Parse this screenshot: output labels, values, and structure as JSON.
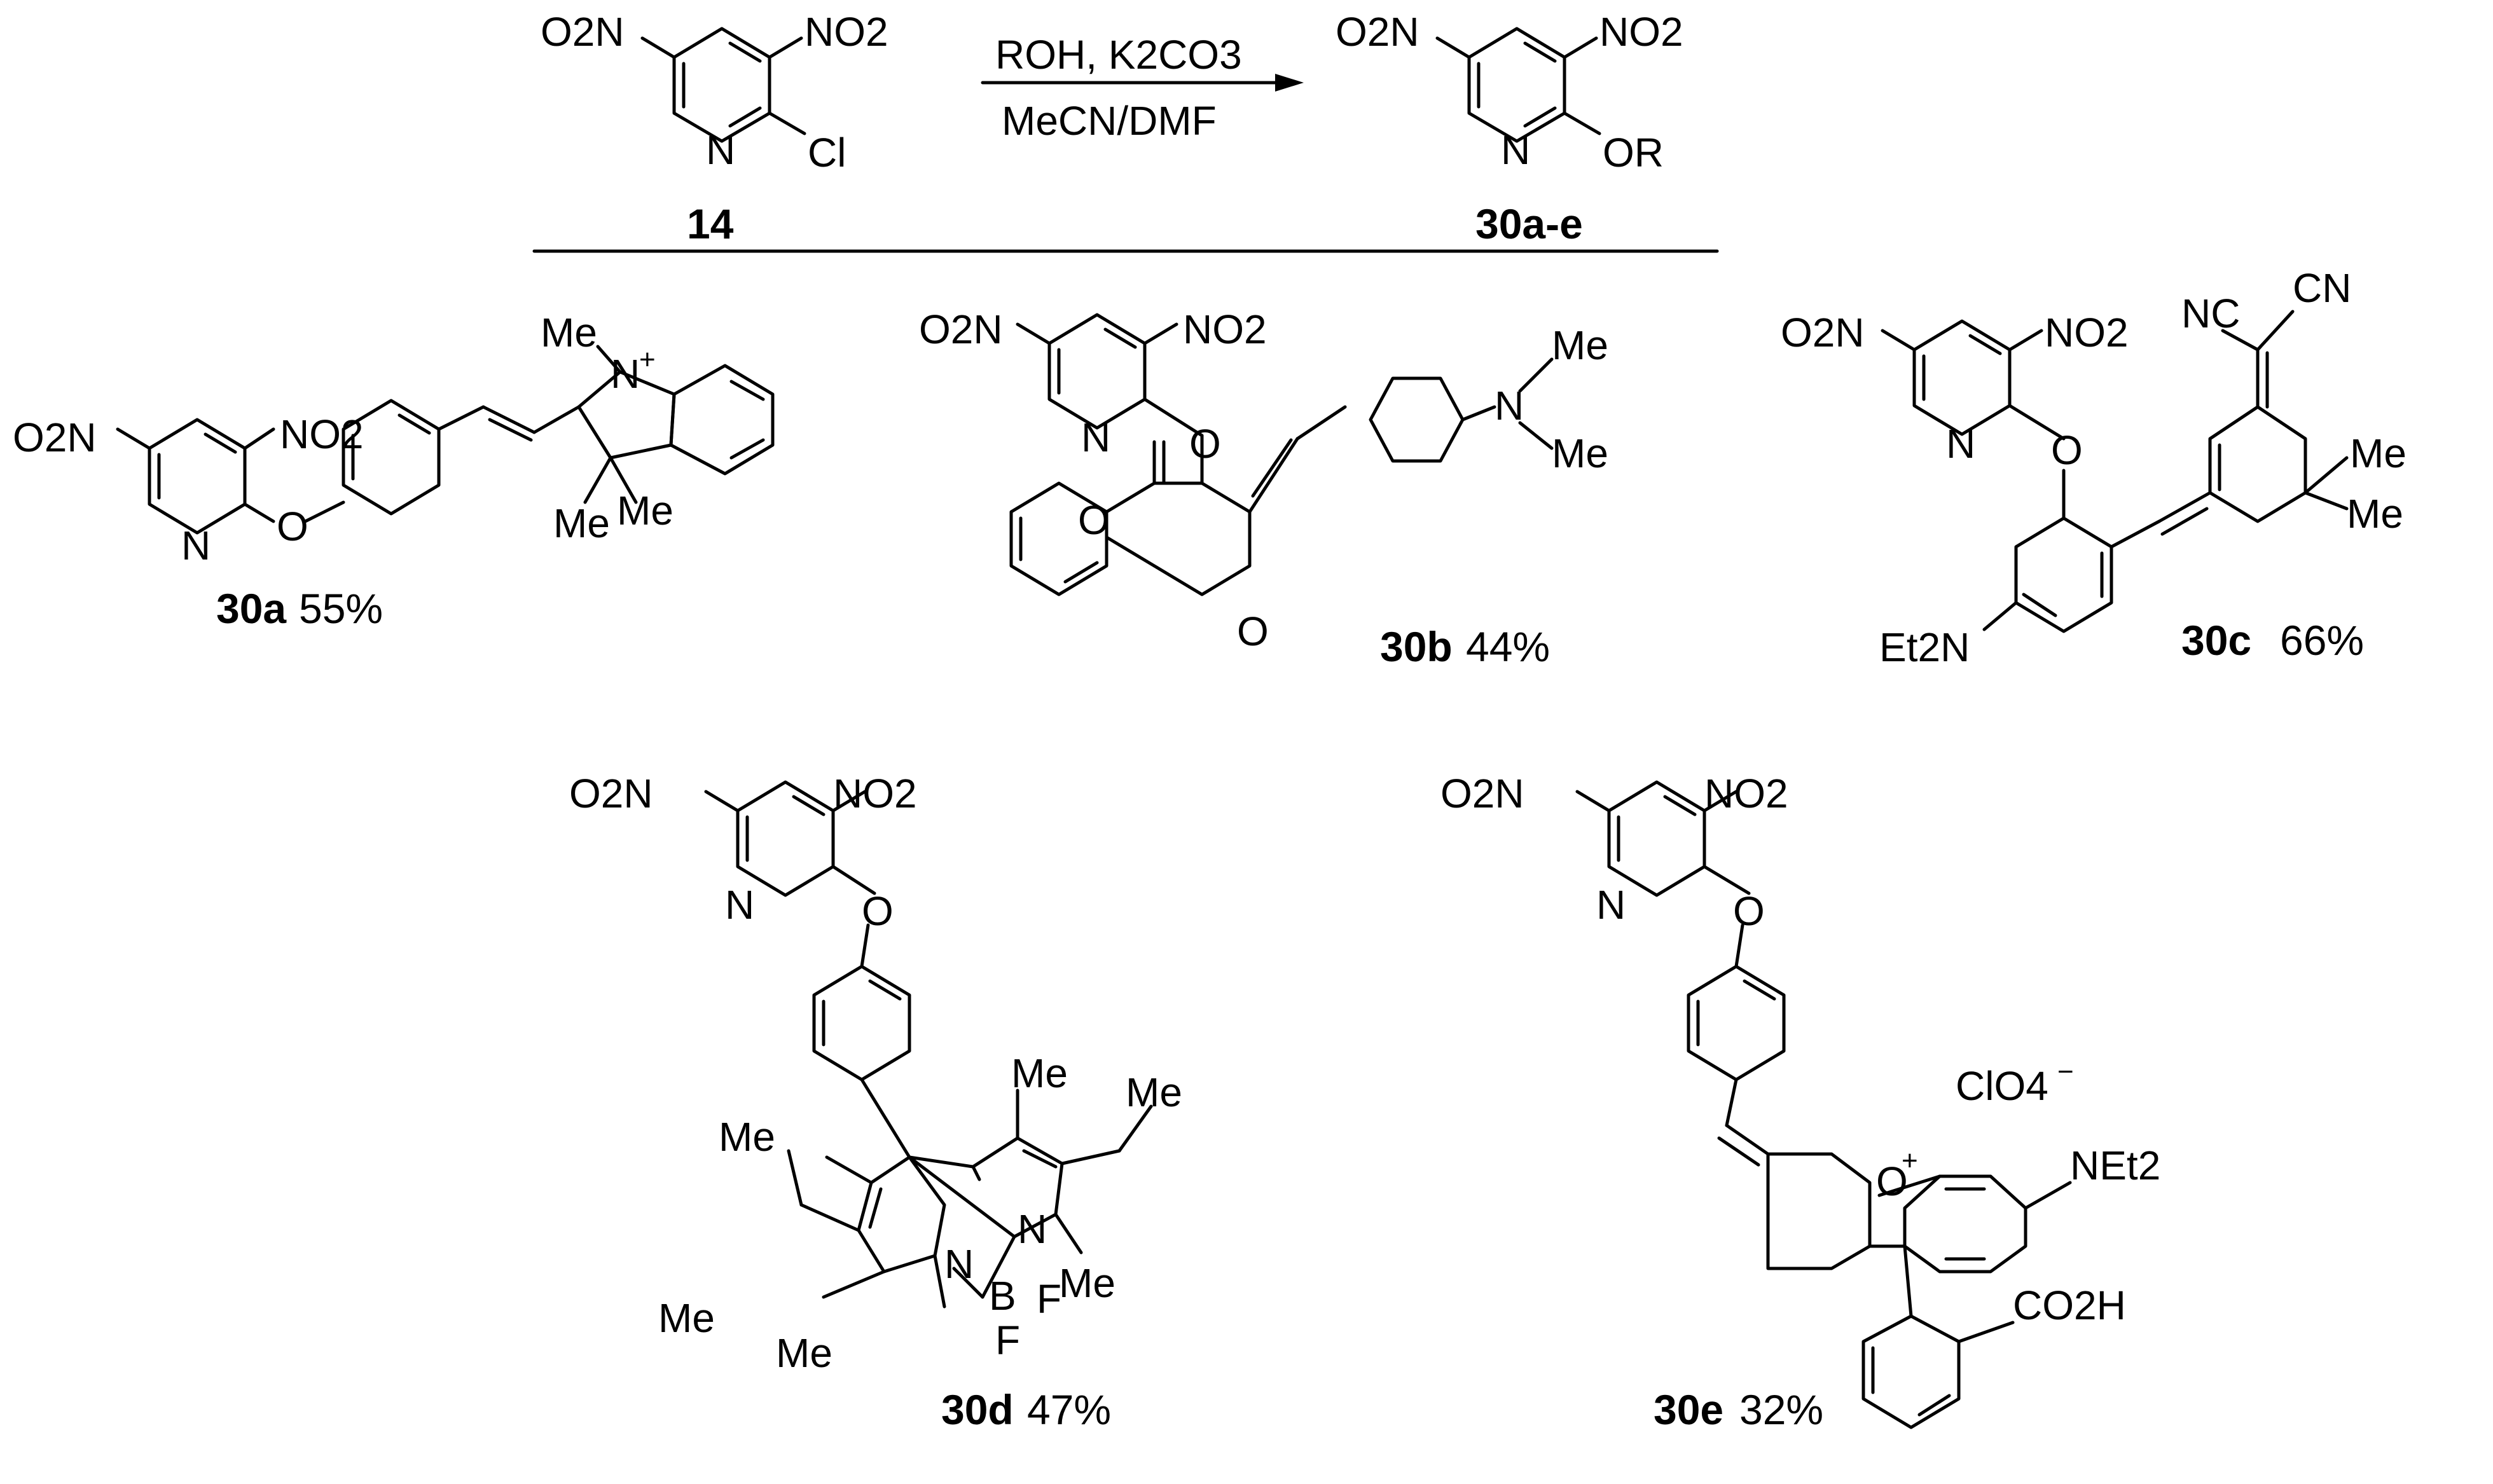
{
  "reaction": {
    "reagents_line1": "ROH, K2CO3",
    "reagents_line2": "MeCN/DMF",
    "reactant_id": "14",
    "product_id": "30a-e",
    "reactant_leaving_group": "Cl",
    "product_substituent": "OR"
  },
  "atoms": {
    "nitro": "NO2",
    "nitro_left": "O2N",
    "pyridine_n": "N",
    "ether_o": "O",
    "methyl": "Me",
    "nitrile": "CN",
    "nitrile_left": "NC",
    "diethylamino": "NEt2",
    "diethylamino_left": "Et2N",
    "dimethylamino_n": "N",
    "boron": "B",
    "fluorine": "F",
    "perchlorate": "ClO4",
    "carboxylic_acid": "CO2H",
    "plus": "+",
    "minus": "−"
  },
  "compounds": [
    {
      "id": "30a",
      "yield": "55%"
    },
    {
      "id": "30b",
      "yield": "44%"
    },
    {
      "id": "30c",
      "yield": "66%"
    },
    {
      "id": "30d",
      "yield": "47%"
    },
    {
      "id": "30e",
      "yield": "32%"
    }
  ]
}
